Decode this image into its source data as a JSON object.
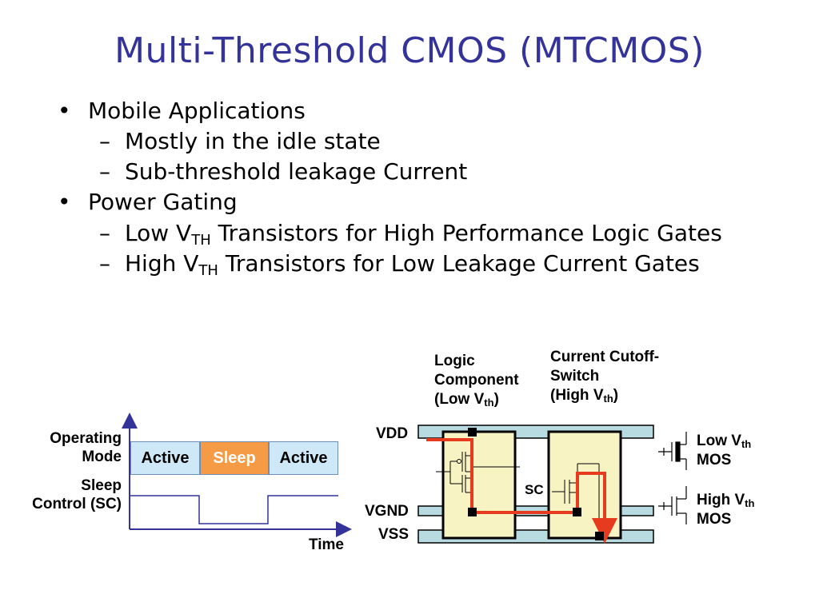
{
  "title": "Multi-Threshold CMOS (MTCMOS)",
  "bullets": [
    {
      "text": "Mobile Applications",
      "sub": [
        "Mostly in the idle state",
        "Sub-threshold leakage Current"
      ]
    },
    {
      "text": "Power Gating",
      "sub": [
        {
          "pre": "Low V",
          "subscript": "TH",
          "post": " Transistors for High Performance Logic Gates"
        },
        {
          "pre": "High V",
          "subscript": "TH",
          "post": " Transistors for Low Leakage Current Gates"
        }
      ]
    }
  ],
  "bullet_glyph": "•",
  "dash_glyph": "–",
  "timing": {
    "operating_mode_label": "Operating Mode",
    "sleep_control_label": "Sleep Control (SC)",
    "time_label": "Time",
    "modes": [
      "Active",
      "Sleep",
      "Active"
    ],
    "sleep_signal": [
      1,
      0,
      1
    ]
  },
  "circuit": {
    "logic_label": "Logic Component",
    "logic_vth": {
      "pre": "(Low V",
      "subscript": "th",
      "post": ")"
    },
    "switch_label": "Current Cutoff-Switch",
    "switch_vth": {
      "pre": "(High V",
      "subscript": "th",
      "post": ")"
    },
    "vdd": "VDD",
    "vgnd": "VGND",
    "vss": "VSS",
    "sc": "SC",
    "legend_low": {
      "pre": "Low V",
      "subscript": "th",
      "post": "",
      "line2": "MOS"
    },
    "legend_high": {
      "pre": "High V",
      "subscript": "th",
      "post": "",
      "line2": "MOS"
    }
  },
  "colors": {
    "title": "#333399",
    "sleep": "#f59a45",
    "active": "#cfe8f7",
    "rail": "#b7dbe0",
    "block": "#f7f3c3",
    "current_path": "#e63b1e"
  }
}
